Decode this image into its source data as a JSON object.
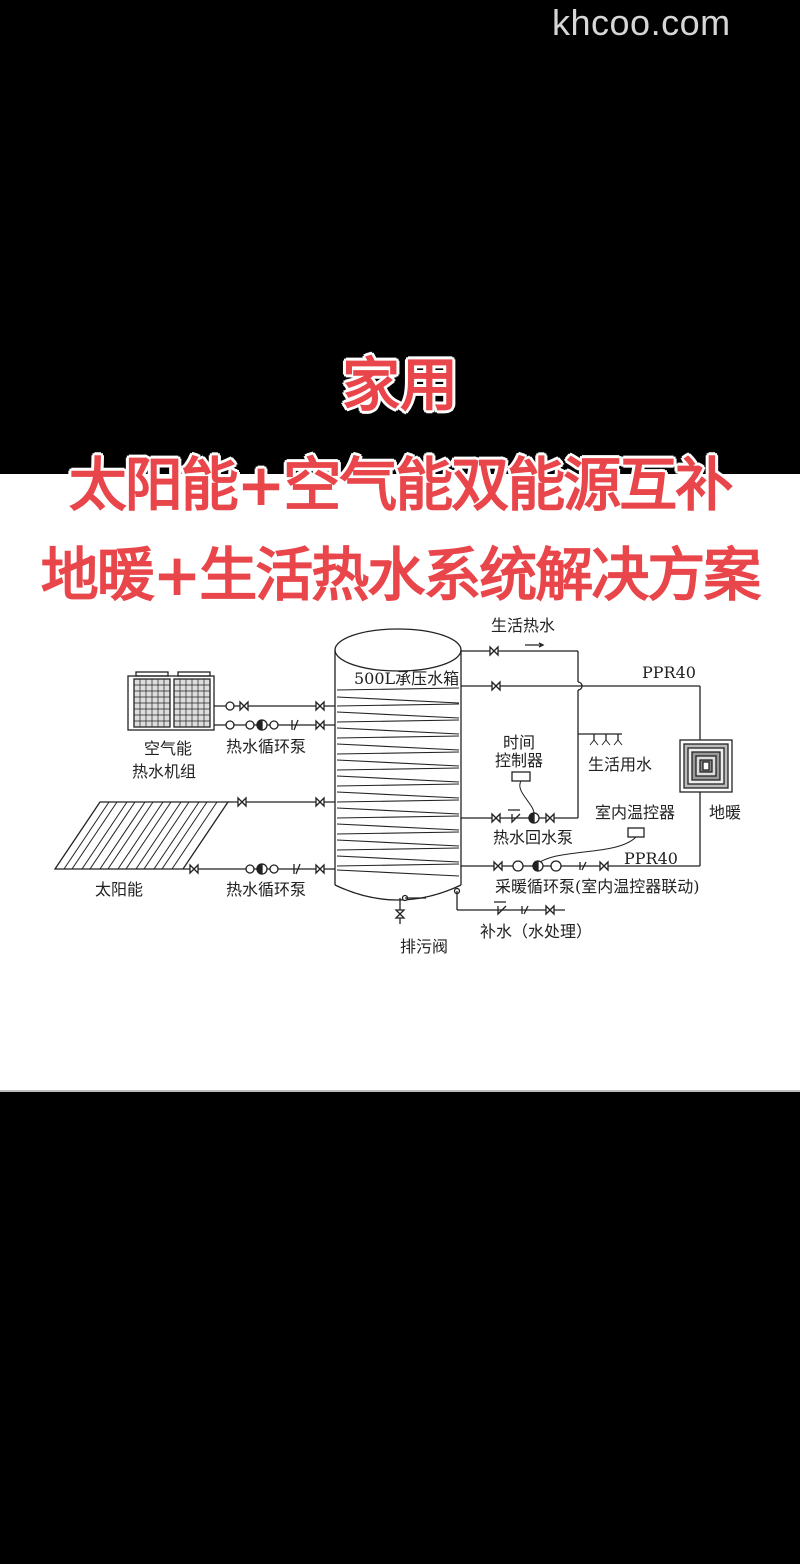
{
  "watermark": "khcoo.com",
  "title": {
    "line1": "家用",
    "line2": "太阳能+空气能双能源互补",
    "line3": "地暖+生活热水系统解决方案",
    "color": "#e8464a"
  },
  "diagram": {
    "tank_label": "500L承压水箱",
    "labels": {
      "domestic_hot_water": "生活热水",
      "ppr40_top": "PPR40",
      "air_source_line1": "空气能",
      "air_source_line2": "热水机组",
      "pump_air": "热水循环泵",
      "timer_line1": "时间",
      "timer_line2": "控制器",
      "domestic_use": "生活用水",
      "room_thermostat": "室内温控器",
      "floor_heating": "地暖",
      "return_pump": "热水回水泵",
      "ppr40_bottom": "PPR40",
      "solar": "太阳能",
      "pump_solar": "热水循环泵",
      "heating_pump": "采暖循环泵(室内温控器联动)",
      "makeup_water": "补水（水处理）",
      "drain_valve": "排污阀"
    }
  }
}
